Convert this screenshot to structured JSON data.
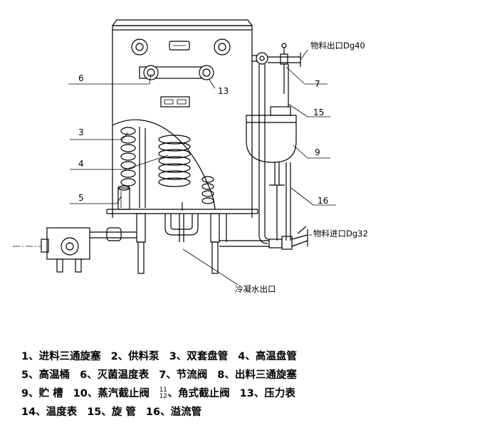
{
  "labels": {
    "n3": "3",
    "n4": "4",
    "n5": "5",
    "n6": "6",
    "n7": "7",
    "n9": "9",
    "n13": "13",
    "n15": "15",
    "n16": "16"
  },
  "annotations": {
    "outlet": "物料出口Dg40",
    "inlet": "物料进口Dg32",
    "condensate": "冷凝水出口"
  },
  "legend": {
    "line1": [
      "1、进料三通旋塞",
      "2、供料泵",
      "3、双套盘管",
      "4、高温盘管"
    ],
    "line2": [
      "5、高温桶",
      "6、灭菌温度表",
      "7、节流阀",
      "8、出料三通旋塞"
    ],
    "line3_a": [
      "9、贮  槽",
      "10、蒸汽截止阀"
    ],
    "line3_frac_top": "11",
    "line3_frac_bottom": "12",
    "line3_b": "、角式截止阀",
    "line3_c": "13、压力表",
    "line4": [
      "14、温度表",
      "15、旋  管",
      "16、溢流管"
    ]
  }
}
